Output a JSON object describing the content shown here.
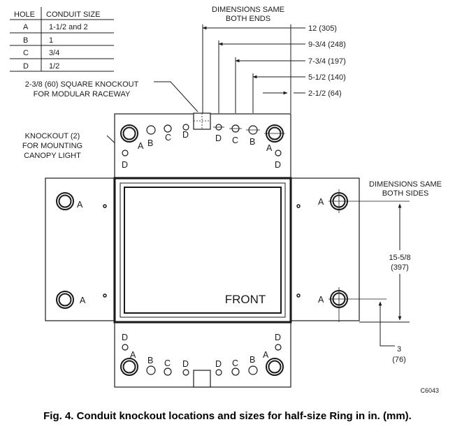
{
  "table": {
    "headers": [
      "HOLE",
      "CONDUIT SIZE"
    ],
    "rows": [
      [
        "A",
        "1-1/2 and 2"
      ],
      [
        "B",
        "1"
      ],
      [
        "C",
        "3/4"
      ],
      [
        "D",
        "1/2"
      ]
    ]
  },
  "callouts": {
    "dims_same_ends_1": "DIMENSIONS SAME",
    "dims_same_ends_2": "BOTH ENDS",
    "square_knockout_1": "2-3/8 (60) SQUARE KNOCKOUT",
    "square_knockout_2": "FOR MODULAR RACEWAY",
    "knockout_light_1": "KNOCKOUT (2)",
    "knockout_light_2": "FOR MOUNTING",
    "knockout_light_3": "CANOPY LIGHT",
    "dims_same_sides_1": "DIMENSIONS SAME",
    "dims_same_sides_2": "BOTH SIDES"
  },
  "dimensions": {
    "d12": "12 (305)",
    "d934": "9-3/4 (248)",
    "d734": "7-3/4 (197)",
    "d512": "5-1/2 (140)",
    "d212": "2-1/2 (64)",
    "side_1": "15-5/8",
    "side_2": "(397)",
    "bottom_1": "3",
    "bottom_2": "(76)"
  },
  "hole_labels": {
    "A": "A",
    "B": "B",
    "C": "C",
    "D": "D"
  },
  "front_label": "FRONT",
  "figure_code": "C6043",
  "caption": "Fig. 4. Conduit knockout locations and sizes for half-size Ring in in. (mm)."
}
